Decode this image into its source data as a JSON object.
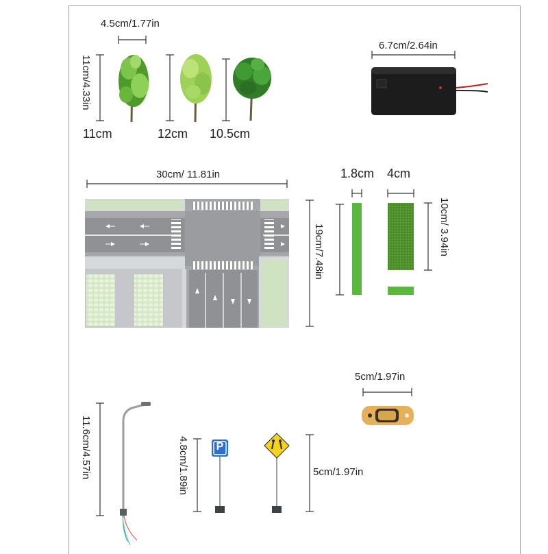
{
  "trees": {
    "width_label": "4.5cm/1.77in",
    "height_label": "11cm/4.33in",
    "sizes": [
      "11cm",
      "12cm",
      "10.5cm"
    ]
  },
  "battery_box": {
    "width_label": "6.7cm/2.64in"
  },
  "road_mat": {
    "width_label": "30cm/ 11.81in",
    "height_label": "19cm/7.48in"
  },
  "grass_strips": {
    "narrow_label": "1.8cm",
    "wide_label": "4cm",
    "height_label": "10cm/ 3.94in"
  },
  "car": {
    "width_label": "5cm/1.97in"
  },
  "street_lamp": {
    "height_label": "11.6cm/4.57in"
  },
  "signs": {
    "parking_sign_text": "P",
    "parking_height_label": "4.8cm/1.89in",
    "pedestrian_height_label": "5cm/1.97in"
  },
  "colors": {
    "road": "#a5a7ab",
    "lane_line": "#ffffff",
    "sidewalk_green": "#cfe3c0",
    "grass": "#5bb83f",
    "battery": "#1c1c1c",
    "sign_blue": "#2c6fd1",
    "sign_yellow": "#f5d21d",
    "car": "#e3b15c"
  }
}
